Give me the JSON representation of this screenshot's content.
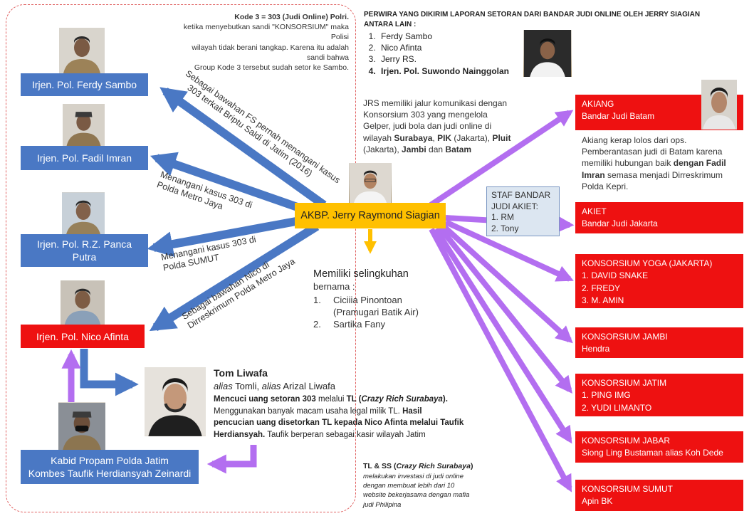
{
  "top_note": {
    "bold": "Kode 3 = 303 (Judi Online) Polri.",
    "lines": [
      "ketika menyebutkan sandi \"KONSORSIUM\" maka Polisi",
      "wilayah tidak berani tangkap. Karena itu adalah sandi bahwa",
      "Group Kode 3 tersebut sudah setor ke Sambo."
    ]
  },
  "perwira": {
    "title_1": "PERWIRA YANG DIKIRIM LAPORAN SETORAN DARI BANDAR JUDI ONLINE OLEH JERRY SIAGIAN",
    "title_2": "ANTARA LAIN :",
    "items": [
      "Ferdy Sambo",
      "Nico Afinta",
      "Jerry RS.",
      "Irjen. Pol. Suwondo Nainggolan"
    ]
  },
  "jrs_note": {
    "p1": "JRS memiliki jalur komunikasi dengan",
    "p2": "Konsorsium 303 yang mengelola",
    "p3": "Gelper, judi bola dan judi online di",
    "p4a": "wilayah ",
    "p4b": "Surabaya",
    "p4c": ", ",
    "p4d": "PIK",
    "p4e": " (Jakarta), ",
    "p4f": "Pluit",
    "p5a": "(Jakarta), ",
    "p5b": "Jambi",
    "p5c": " dan ",
    "p5d": "Batam"
  },
  "left_nodes": {
    "sambo": "Irjen. Pol. Ferdy Sambo",
    "fadil": "Irjen. Pol. Fadil Imran",
    "panca_1": "Irjen. Pol. R.Z. Panca",
    "panca_2": "Putra",
    "nico": "Irjen. Pol. Nico Afinta",
    "kabid_1": "Kabid Propam Polda Jatim",
    "kabid_2": "Kombes Taufik Herdiansyah Zeinardi"
  },
  "arrow_labels": {
    "sambo_1": "Sebagai bawahan FS pernah menangani kasus",
    "sambo_2": "303 terkait Briptu Saldi di Jatim (2016)",
    "fadil_1": "Menangani kasus 303 di",
    "fadil_2": "Polda Metro Jaya",
    "panca_1": "Menangani kasus 303 di",
    "panca_2": "Polda SUMUT",
    "nico_1": "Sebagai bawahan Nico di",
    "nico_2": "Dirreskrimum Polda Metro Jaya"
  },
  "center": {
    "label": "AKBP. Jerry Raymond Siagian"
  },
  "selingkuhan": {
    "title": "Memiliki selingkuhan",
    "sub": "bernama :",
    "items": [
      "Ciciiia Pinontoan",
      "(Pramugari Batik Air)",
      "Sartika Fany"
    ]
  },
  "tom": {
    "name": "Tom Liwafa",
    "alias_1": "alias",
    "alias_2": " Tomli, ",
    "alias_3": "alias",
    "alias_4": " Arizal Liwafa",
    "l1a": "Mencuci uang setoran ",
    "l1b": "303",
    "l1c": " melalui ",
    "l1d": "TL",
    "l1e": " (",
    "l1f": "Crazy Rich Surabaya",
    "l1g": ").",
    "l2a": "Menggunakan banyak macam usaha legal milik TL. ",
    "l2b": "Hasil",
    "l3": "pencucian uang disetorkan TL kepada Nico Afinta melalui Taufik",
    "l4a": "Herdiansyah.",
    "l4b": " Taufik berperan sebagai kasir wilayah Jatim"
  },
  "tlss": {
    "title_a": "TL & SS (",
    "title_b": "Crazy Rich Surabaya",
    "title_c": ")",
    "lines": [
      "melakukan investasi di judi online",
      "dengan membuat lebih dari 10",
      "website bekerjasama dengan mafia",
      "judi Philipina"
    ]
  },
  "staff": {
    "l1": "STAF BANDAR",
    "l2": "JUDI AKIET:",
    "l3": "1. RM",
    "l4": "2. Tony"
  },
  "akiang_note": {
    "l1": "Akiang kerap lolos dari ops.",
    "l2": "Pemberantasan judi di Batam karena",
    "l3a": "memiliki hubungan baik ",
    "l3b": "dengan Fadil",
    "l4a": "Imran",
    "l4b": " semasa menjadi Dirreskrimum",
    "l5": "Polda Kepri."
  },
  "right_nodes": [
    {
      "title": "AKIANG",
      "lines": [
        "Bandar Judi Batam"
      ]
    },
    {
      "title": "AKIET",
      "lines": [
        "Bandar Judi Jakarta"
      ]
    },
    {
      "title": "KONSORSIUM YOGA (JAKARTA)",
      "lines": [
        "1. DAVID SNAKE",
        "2. FREDY",
        "3. M. AMIN"
      ]
    },
    {
      "title": "KONSORSIUM JAMBI",
      "lines": [
        "Hendra"
      ]
    },
    {
      "title": "KONSORSIUM JATIM",
      "lines": [
        "1. PING IMG",
        "2. YUDI LIMANTO"
      ]
    },
    {
      "title": "KONSORSIUM JABAR",
      "lines": [
        "Siong Ling Bustaman alias Koh Dede"
      ]
    },
    {
      "title": "KONSORSIUM SUMUT",
      "lines": [
        "Apin BK"
      ]
    }
  ],
  "colors": {
    "blue": "#4a78c4",
    "red": "#ee1111",
    "purple": "#b36ef0",
    "yellow": "#ffc000",
    "staff_bg": "#dce6f1"
  }
}
